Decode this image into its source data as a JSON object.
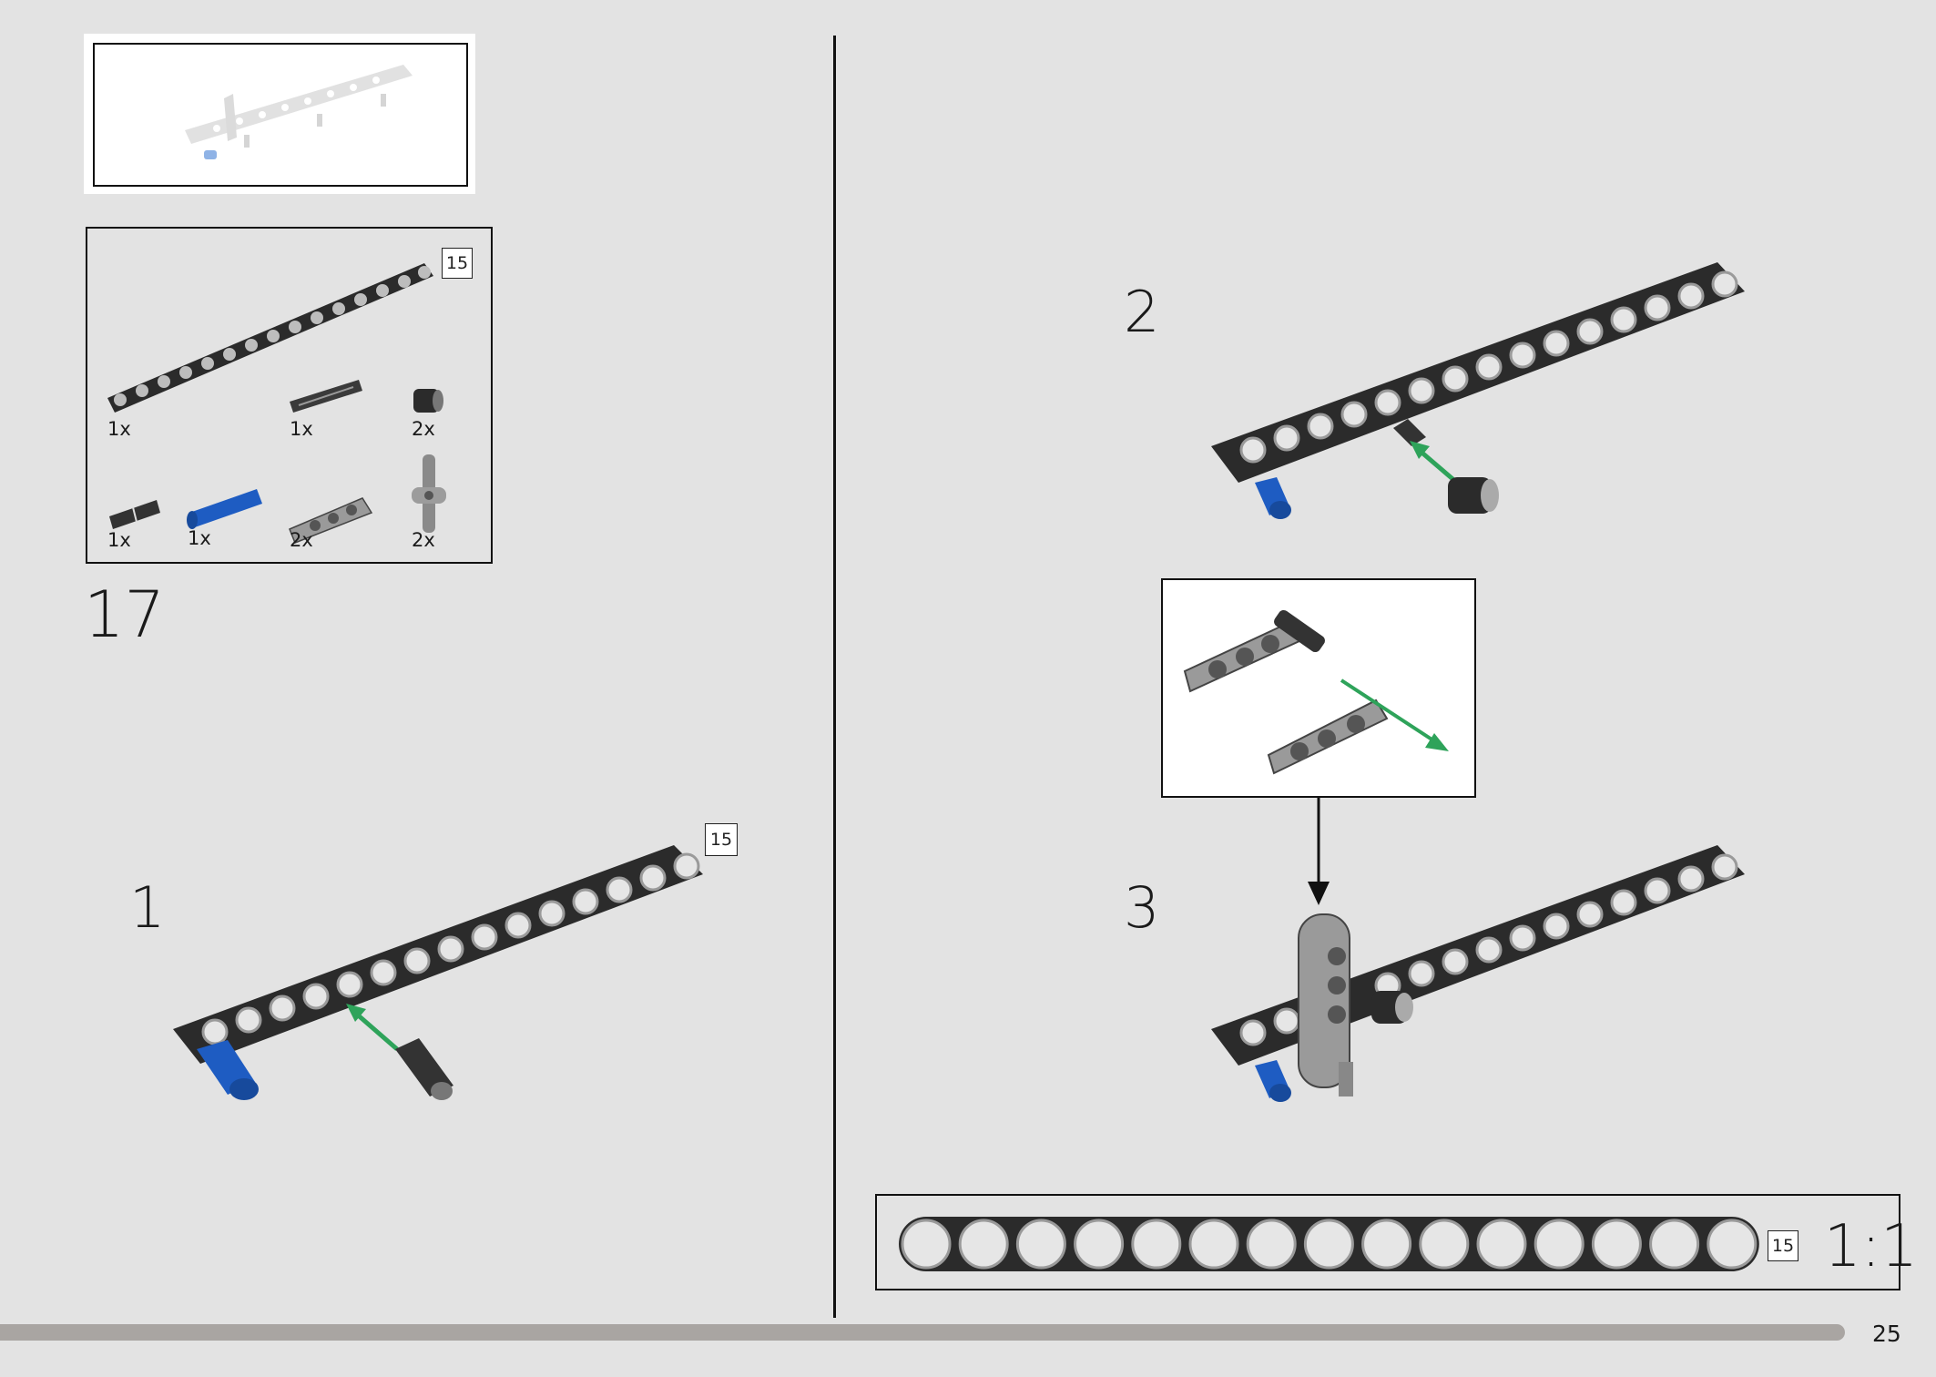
{
  "page": {
    "number": "25",
    "step_number": "17"
  },
  "parts_list": {
    "beam_length_badge": "15",
    "items": [
      {
        "part": "beam-15",
        "qty": "1x",
        "color": "#2b2b2b"
      },
      {
        "part": "axle-pin-friction",
        "qty": "1x",
        "color": "#2b2b2b"
      },
      {
        "part": "bush",
        "qty": "2x",
        "color": "#2b2b2b"
      },
      {
        "part": "pin-short",
        "qty": "1x",
        "color": "#2b2b2b"
      },
      {
        "part": "axle-pin-blue",
        "qty": "1x",
        "color": "#1e5cc2"
      },
      {
        "part": "beam-3-thin",
        "qty": "2x",
        "color": "#9a9a9a"
      },
      {
        "part": "axle-connector-perpendicular",
        "qty": "2x",
        "color": "#9a9a9a"
      }
    ]
  },
  "substeps": [
    {
      "number": "1",
      "length_badge": "15"
    },
    {
      "number": "2"
    },
    {
      "number": "3"
    }
  ],
  "scale_reference": {
    "length_badge": "15",
    "ratio_label": "1:1",
    "holes": 15
  },
  "colors": {
    "background": "#e3e3e3",
    "beam_dark": "#2b2b2b",
    "pin_blue": "#1e5cc2",
    "arrow_green": "#2ea35a",
    "part_gray": "#9a9a9a",
    "progress_bar": "#a9a5a2"
  }
}
